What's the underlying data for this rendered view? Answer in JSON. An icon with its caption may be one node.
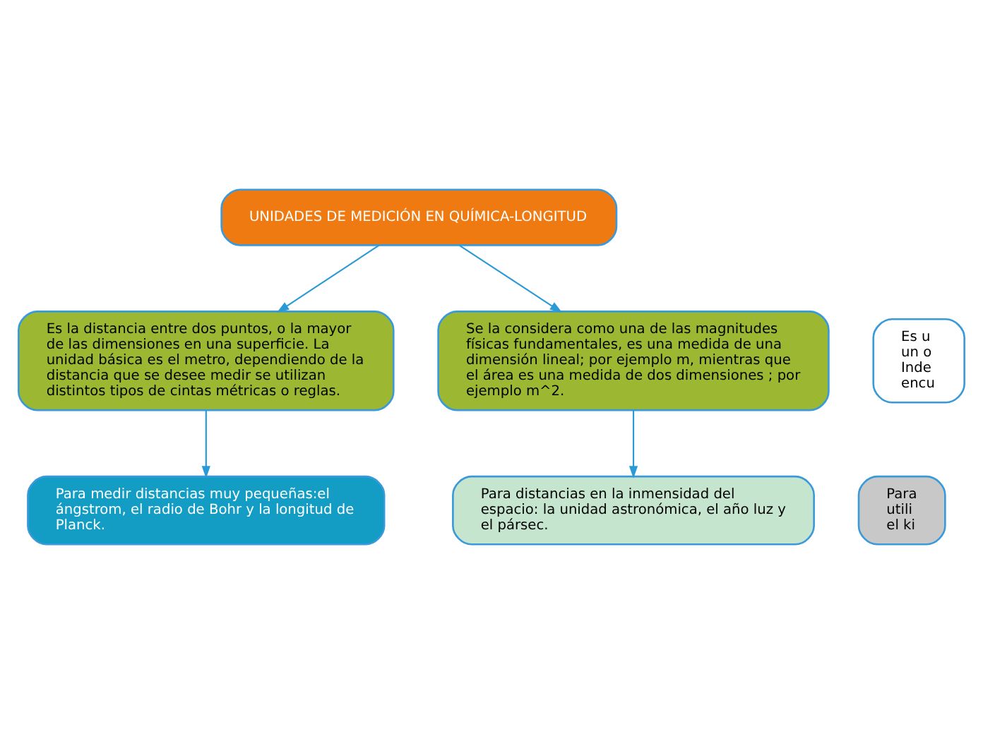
{
  "diagram": {
    "nodes": [
      {
        "text": [
          "UNIDADES DE MEDICIÓN EN QUÍMICA-LONGITUD"
        ]
      },
      {
        "text": [
          "Es la distancia entre dos puntos, o la mayor de las dimensiones en una superficie. La unidad básica es el metro, dependiendo de la distancia que se desee medir se utilizan distintos tipos de cintas métricas o reglas."
        ]
      },
      {
        "text": [
          "Se la considera como una de las magnitudes físicas fundamentales, es una medida de una dimensión lineal; por ejemplo m, mientras que el área es una medida de dos dimensiones ; por ejemplo m^2."
        ]
      },
      {
        "text": [
          "Es u un o Inde encu"
        ]
      },
      {
        "text": [
          "Para utili el ki"
        ]
      },
      {
        "text": [
          "Para medir distancias muy pequeñas:el ángstrom, el radio de Bohr y la longitud de Planck."
        ]
      },
      {
        "text": [
          "Para distancias en la inmensidad del espacio: la unidad astronómica, el año luz y el pársec."
        ]
      }
    ],
    "edges": [
      {
        "from": 0,
        "to": 1,
        "arrow": "to"
      },
      {
        "from": 0,
        "to": 2,
        "arrow": "to"
      },
      {
        "from": 1,
        "to": 5,
        "arrow": "to"
      },
      {
        "from": 2,
        "to": 6,
        "arrow": "to"
      }
    ]
  }
}
